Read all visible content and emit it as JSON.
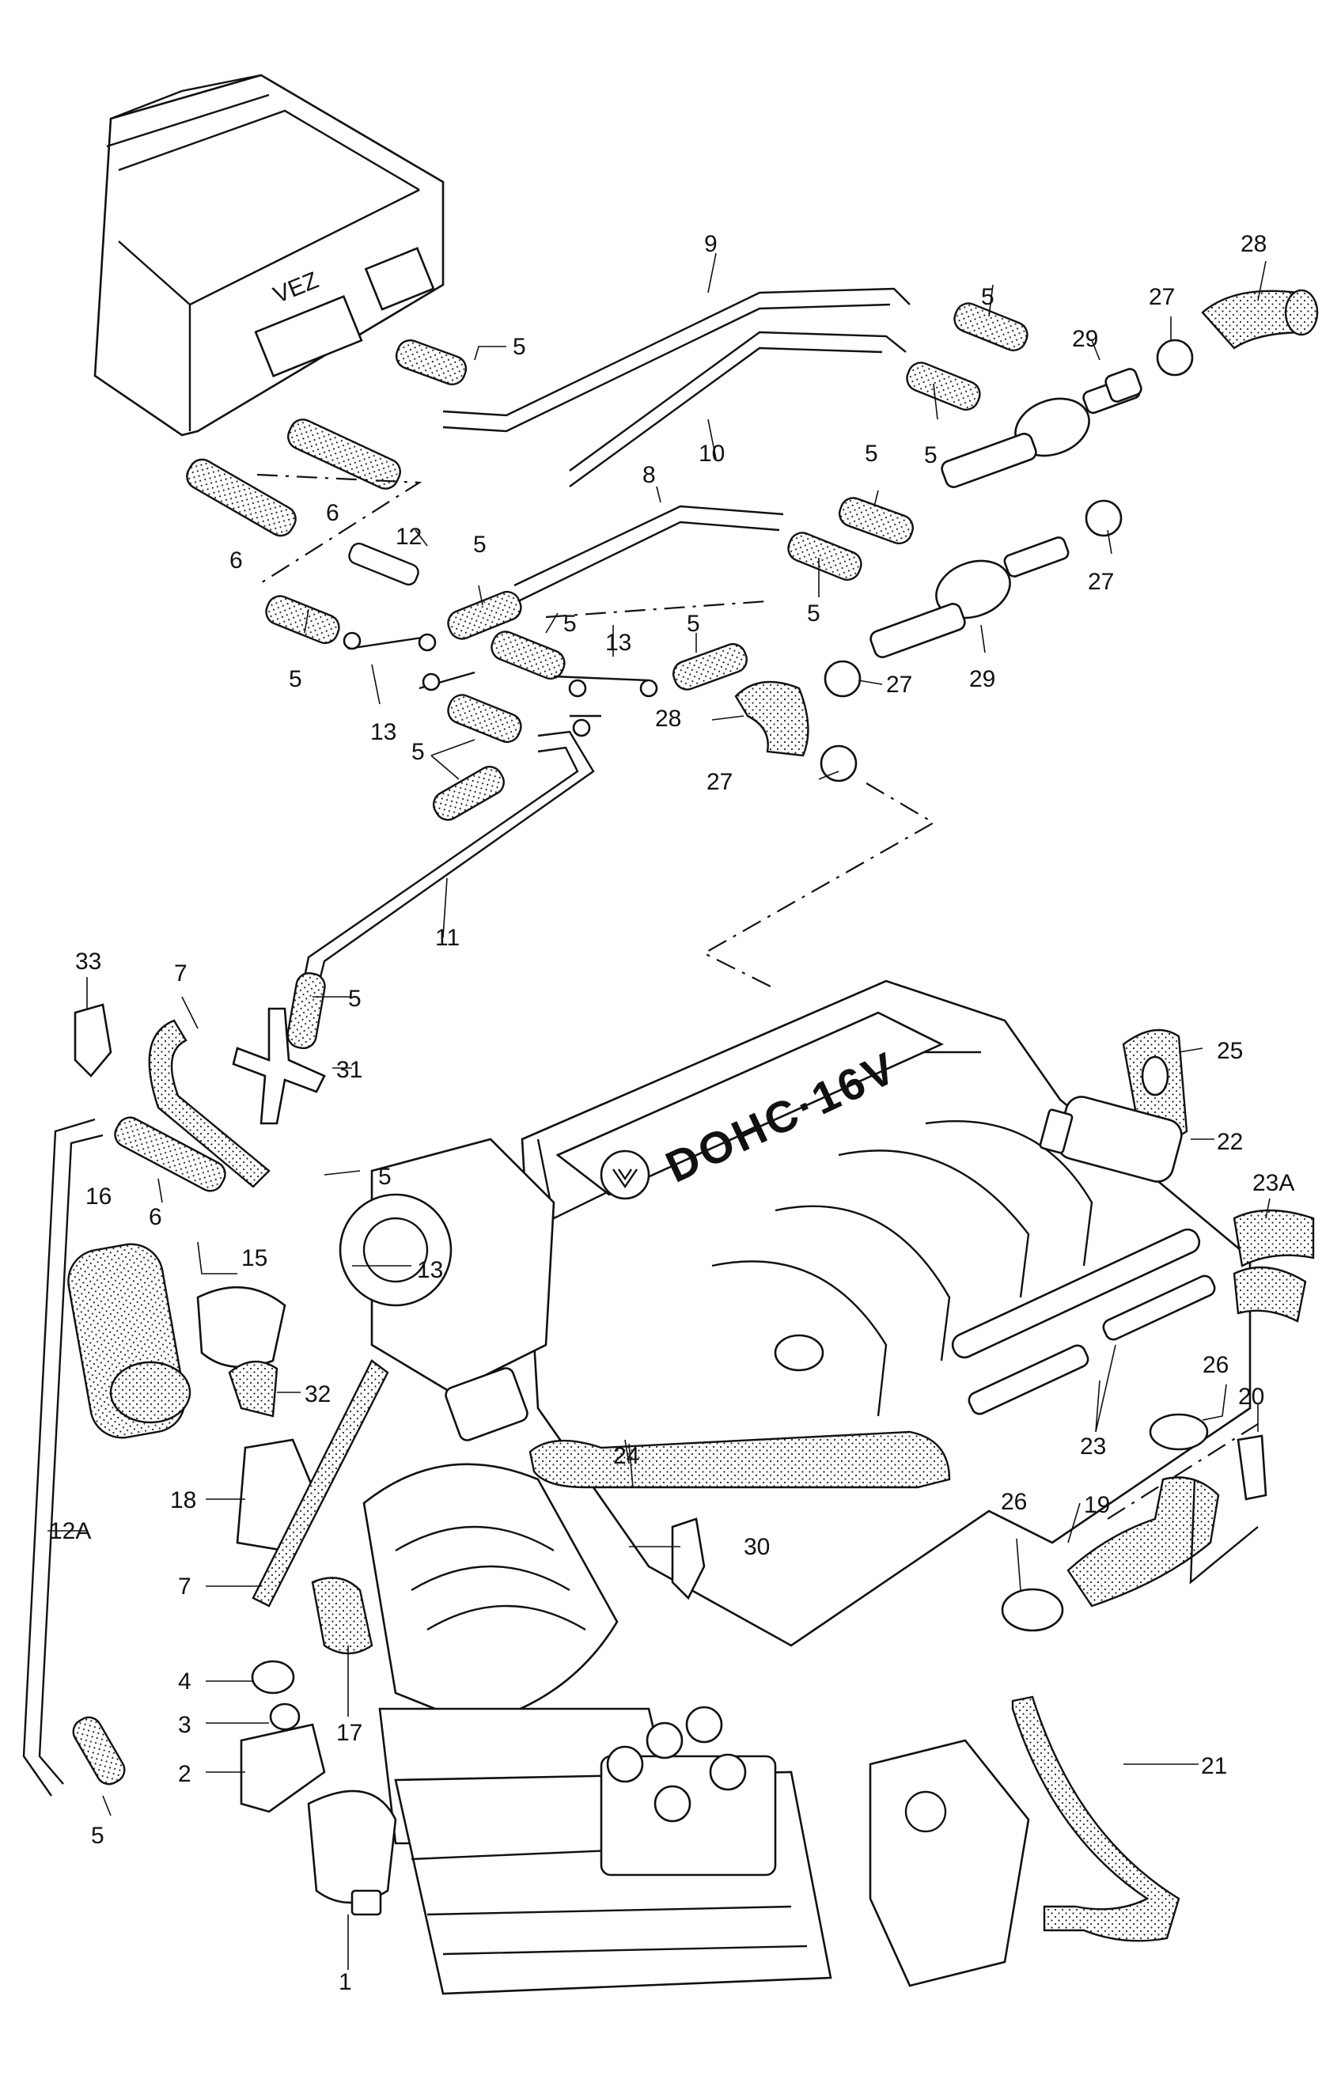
{
  "engine": {
    "badge": "DOHC·16V",
    "control_unit_label": "VEZ"
  },
  "callouts": [
    {
      "id": "c1",
      "text": "1"
    },
    {
      "id": "c2",
      "text": "2"
    },
    {
      "id": "c3",
      "text": "3"
    },
    {
      "id": "c4",
      "text": "4"
    },
    {
      "id": "c5a",
      "text": "5"
    },
    {
      "id": "c5b",
      "text": "5"
    },
    {
      "id": "c5c",
      "text": "5"
    },
    {
      "id": "c5d",
      "text": "5"
    },
    {
      "id": "c5e",
      "text": "5"
    },
    {
      "id": "c5f",
      "text": "5"
    },
    {
      "id": "c5g",
      "text": "5"
    },
    {
      "id": "c5h",
      "text": "5"
    },
    {
      "id": "c5i",
      "text": "5"
    },
    {
      "id": "c5j",
      "text": "5"
    },
    {
      "id": "c5k",
      "text": "5"
    },
    {
      "id": "c5l",
      "text": "5"
    },
    {
      "id": "c5m",
      "text": "5"
    },
    {
      "id": "c6a",
      "text": "6"
    },
    {
      "id": "c6b",
      "text": "6"
    },
    {
      "id": "c6c",
      "text": "6"
    },
    {
      "id": "c7a",
      "text": "7"
    },
    {
      "id": "c7b",
      "text": "7"
    },
    {
      "id": "c8",
      "text": "8"
    },
    {
      "id": "c9",
      "text": "9"
    },
    {
      "id": "c10",
      "text": "10"
    },
    {
      "id": "c11",
      "text": "11"
    },
    {
      "id": "c12",
      "text": "12"
    },
    {
      "id": "c12a",
      "text": "12A"
    },
    {
      "id": "c13a",
      "text": "13"
    },
    {
      "id": "c13b",
      "text": "13"
    },
    {
      "id": "c13c",
      "text": "13"
    },
    {
      "id": "c15",
      "text": "15"
    },
    {
      "id": "c16",
      "text": "16"
    },
    {
      "id": "c17",
      "text": "17"
    },
    {
      "id": "c18",
      "text": "18"
    },
    {
      "id": "c19",
      "text": "19"
    },
    {
      "id": "c20",
      "text": "20"
    },
    {
      "id": "c21",
      "text": "21"
    },
    {
      "id": "c22",
      "text": "22"
    },
    {
      "id": "c23",
      "text": "23"
    },
    {
      "id": "c23a",
      "text": "23A"
    },
    {
      "id": "c24",
      "text": "24"
    },
    {
      "id": "c25",
      "text": "25"
    },
    {
      "id": "c26a",
      "text": "26"
    },
    {
      "id": "c26b",
      "text": "26"
    },
    {
      "id": "c27a",
      "text": "27"
    },
    {
      "id": "c27b",
      "text": "27"
    },
    {
      "id": "c27c",
      "text": "27"
    },
    {
      "id": "c27d",
      "text": "27"
    },
    {
      "id": "c28a",
      "text": "28"
    },
    {
      "id": "c28b",
      "text": "28"
    },
    {
      "id": "c29a",
      "text": "29"
    },
    {
      "id": "c29b",
      "text": "29"
    },
    {
      "id": "c30",
      "text": "30"
    },
    {
      "id": "c31",
      "text": "31"
    },
    {
      "id": "c32",
      "text": "32"
    },
    {
      "id": "c33",
      "text": "33"
    }
  ]
}
